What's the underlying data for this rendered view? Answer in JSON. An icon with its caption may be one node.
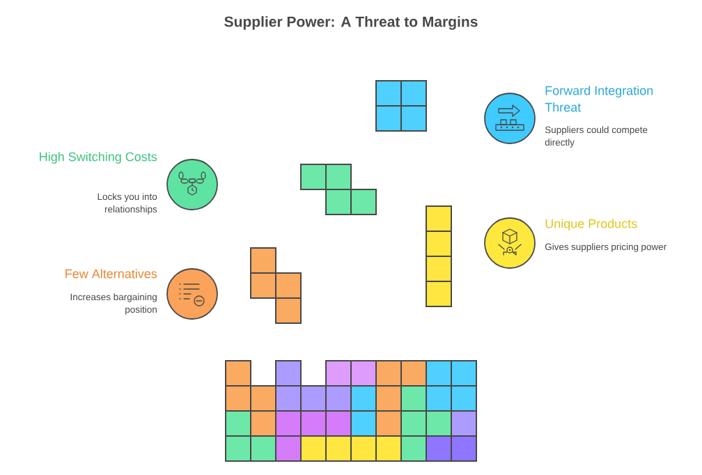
{
  "diagram": {
    "title": "Supplier Power: A Threat to Margins",
    "nodes": [
      {
        "text": [
          "Forward Integration Threat",
          "Suppliers could compete directly"
        ]
      },
      {
        "text": [
          "High Switching Costs",
          "Locks you into relationships"
        ]
      },
      {
        "text": [
          "Unique Products",
          "Gives suppliers pricing power"
        ]
      },
      {
        "text": [
          "Few Alternatives",
          "Increases bargaining position"
        ]
      }
    ]
  }
}
